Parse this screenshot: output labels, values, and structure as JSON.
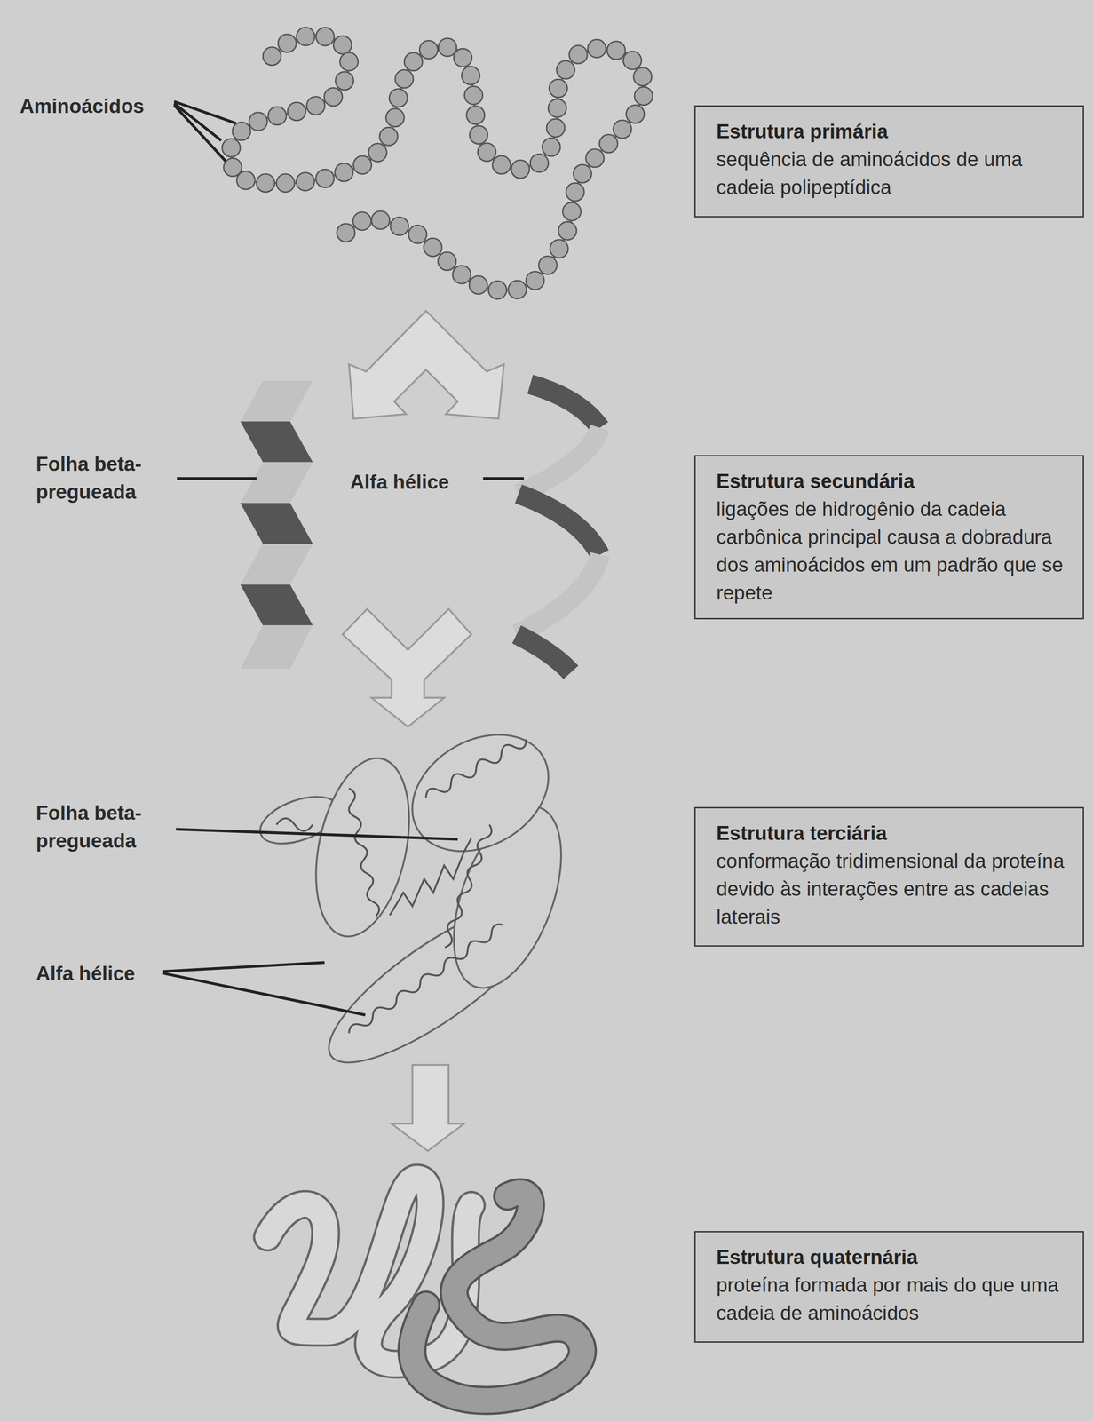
{
  "diagram": {
    "nodes": [
      {
        "text": [
          "Estrutura primária",
          "sequência de aminoácidos de uma cadeia polipeptídica"
        ]
      },
      {
        "text": [
          "Estrutura secundária",
          "ligações de hidrogênio da cadeia carbônica principal causa a dobradura dos aminoácidos em um padrão que se repete"
        ]
      },
      {
        "text": [
          "Estrutura terciária",
          "conformação tridimensional da proteína devido às interações entre as cadeias laterais"
        ]
      },
      {
        "text": [
          "Estrutura quaternária",
          "proteína formada por mais do que uma cadeia de aminoácidos"
        ]
      }
    ],
    "labels": [
      "Aminoácidos",
      "Folha beta- pregueada",
      "Alfa hélice",
      "Folha beta- pregueada",
      "Alfa hélice"
    ]
  }
}
